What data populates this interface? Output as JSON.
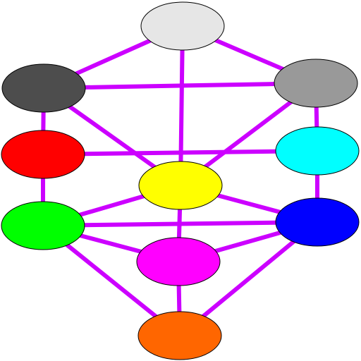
{
  "diagram": {
    "edge_color": "#cc00ff",
    "nodes": [
      {
        "id": "n-lightgray",
        "color": "#e6e6e6"
      },
      {
        "id": "n-darkgray",
        "color": "#4d4d4d"
      },
      {
        "id": "n-gray",
        "color": "#999999"
      },
      {
        "id": "n-red",
        "color": "#ff0000"
      },
      {
        "id": "n-cyan",
        "color": "#00ffff"
      },
      {
        "id": "n-yellow",
        "color": "#ffff00"
      },
      {
        "id": "n-green",
        "color": "#00ff00"
      },
      {
        "id": "n-blue",
        "color": "#0000ff"
      },
      {
        "id": "n-magenta",
        "color": "#ff00ff"
      },
      {
        "id": "n-orange",
        "color": "#ff6600"
      }
    ],
    "edges": [
      [
        "n-lightgray",
        "n-darkgray"
      ],
      [
        "n-lightgray",
        "n-gray"
      ],
      [
        "n-lightgray",
        "n-yellow"
      ],
      [
        "n-darkgray",
        "n-gray"
      ],
      [
        "n-darkgray",
        "n-red"
      ],
      [
        "n-darkgray",
        "n-yellow"
      ],
      [
        "n-gray",
        "n-cyan"
      ],
      [
        "n-gray",
        "n-yellow"
      ],
      [
        "n-red",
        "n-cyan"
      ],
      [
        "n-red",
        "n-green"
      ],
      [
        "n-cyan",
        "n-blue"
      ],
      [
        "n-yellow",
        "n-green"
      ],
      [
        "n-yellow",
        "n-blue"
      ],
      [
        "n-yellow",
        "n-magenta"
      ],
      [
        "n-green",
        "n-blue"
      ],
      [
        "n-green",
        "n-magenta"
      ],
      [
        "n-green",
        "n-orange"
      ],
      [
        "n-blue",
        "n-magenta"
      ],
      [
        "n-blue",
        "n-orange"
      ],
      [
        "n-magenta",
        "n-orange"
      ]
    ]
  }
}
